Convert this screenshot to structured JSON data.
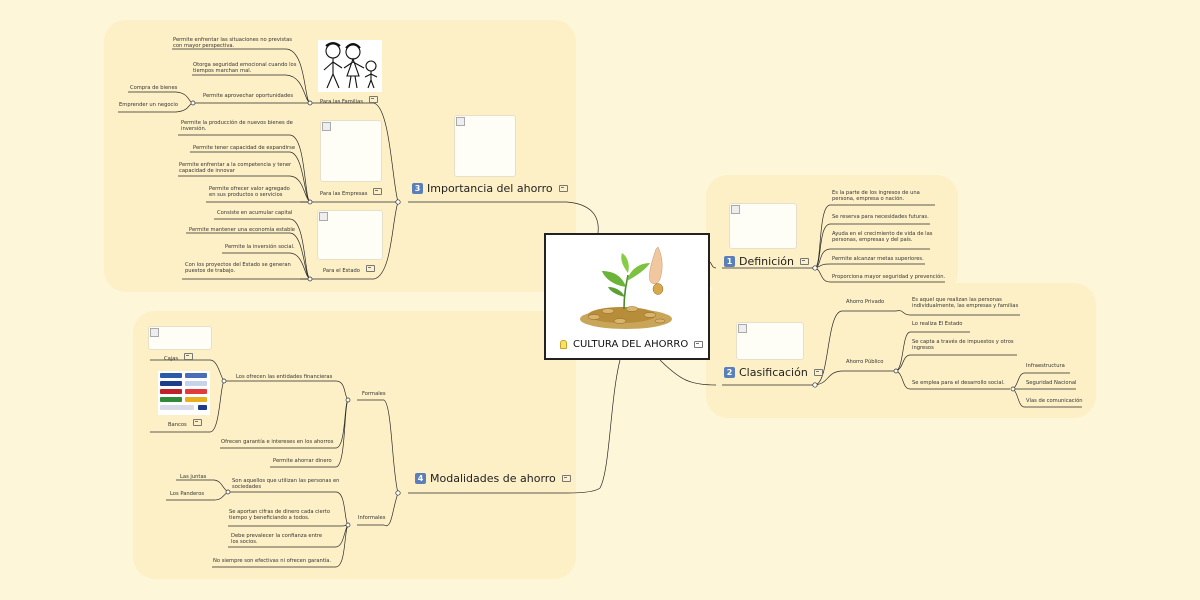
{
  "center": {
    "title": "CULTURA DEL AHORRO"
  },
  "importancia": {
    "heading": "Importancia del ahorro",
    "number": "3",
    "familias": {
      "label": "Para las Familias",
      "items": [
        "Permite enfrentar las situaciones no previstas con mayor perspectiva.",
        "Otorga seguridad emocional cuando los tiempos marchan mal.",
        "Permite aprovechar oportunidades"
      ],
      "oportunidades": [
        "Compra de bienes",
        "Emprender un negocio"
      ]
    },
    "empresas": {
      "label": "Para las Empresas",
      "items": [
        "Permite la producción de nuevos bienes de inversión.",
        "Permite tener capacidad de expandirse",
        "Permite enfrentar a la competencia y tener capacidad de innovar",
        "Permite ofrecer valor agregado en sus productos o servicios"
      ]
    },
    "estado": {
      "label": "Para el Estado",
      "items": [
        "Consiste en acumular capital",
        "Permite mantener una economía estable",
        "Permite la inversión social.",
        "Con los proyectos del Estado se generan puestos de trabajo."
      ]
    }
  },
  "definicion": {
    "heading": "Definición",
    "number": "1",
    "items": [
      "Es la parte de los ingresos de una persona, empresa o nación.",
      "Se reserva para necesidades futuras.",
      "Ayuda en el crecimiento de vida de las personas, empresas y del país.",
      "Permite alcanzar metas superiores.",
      "Proporciona mayor seguridad y prevención."
    ]
  },
  "clasificacion": {
    "heading": "Clasificación",
    "number": "2",
    "privado": {
      "label": "Ahorro Privado",
      "items": [
        "Es aquel que realizan las personas individualmente, las empresas y familias"
      ]
    },
    "publico": {
      "label": "Ahorro Público",
      "items": [
        "Lo realiza El Estado",
        "Se capta a través de impuestos y otros ingresos",
        "Se emplea para el desarrollo social."
      ],
      "desarrollo": [
        "Infraestructura",
        "Seguridad Nacional",
        "Vías de comunicación"
      ]
    }
  },
  "modalidades": {
    "heading": "Modalidades de ahorro",
    "number": "4",
    "formales": {
      "label": "Formales",
      "items": [
        "Los ofrecen las entidades financieras",
        "Ofrecen garantía e intereses en los ahorros",
        "Permite ahorrar dinero"
      ],
      "cajas": "Cajas",
      "bancos": "Bancos"
    },
    "informales": {
      "label": "Informales",
      "items": [
        "Son aquellos que utilizan las personas en sociedades",
        "Se aportan cifras de dinero cada cierto tiempo y beneficiando a todos.",
        "Debe prevalecer la confianza entre los socios.",
        "No siempre son efectivas ni ofrecen garantía."
      ],
      "sociedades": [
        "Las juntas",
        "Los Panderos"
      ]
    }
  },
  "colors": {
    "background": "#fef6d9",
    "panel": "#fdf0c6",
    "badge": "#5b7fb8",
    "line": "#2a2a2a"
  }
}
